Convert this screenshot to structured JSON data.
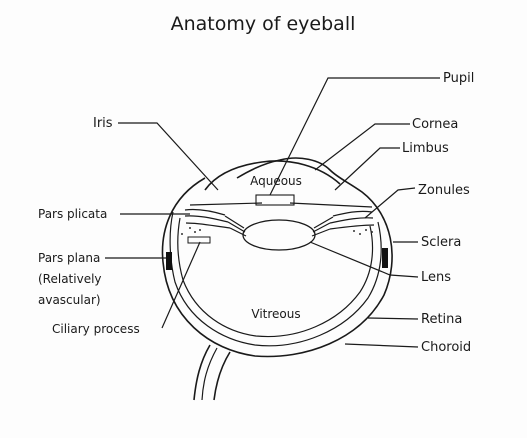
{
  "title": "Anatomy of eyeball",
  "labels": {
    "pupil": "Pupil",
    "cornea": "Cornea",
    "limbus": "Limbus",
    "zonules": "Zonules",
    "sclera": "Sclera",
    "lens": "Lens",
    "retina": "Retina",
    "choroid": "Choroid",
    "iris": "Iris",
    "pars_plicata": "Pars plicata",
    "pars_plana_1": "Pars plana",
    "pars_plana_2": "(Relatively",
    "pars_plana_3": "avascular)",
    "ciliary_process": "Ciliary process",
    "aqueous": "Aqueous",
    "vitreous": "Vitreous"
  }
}
